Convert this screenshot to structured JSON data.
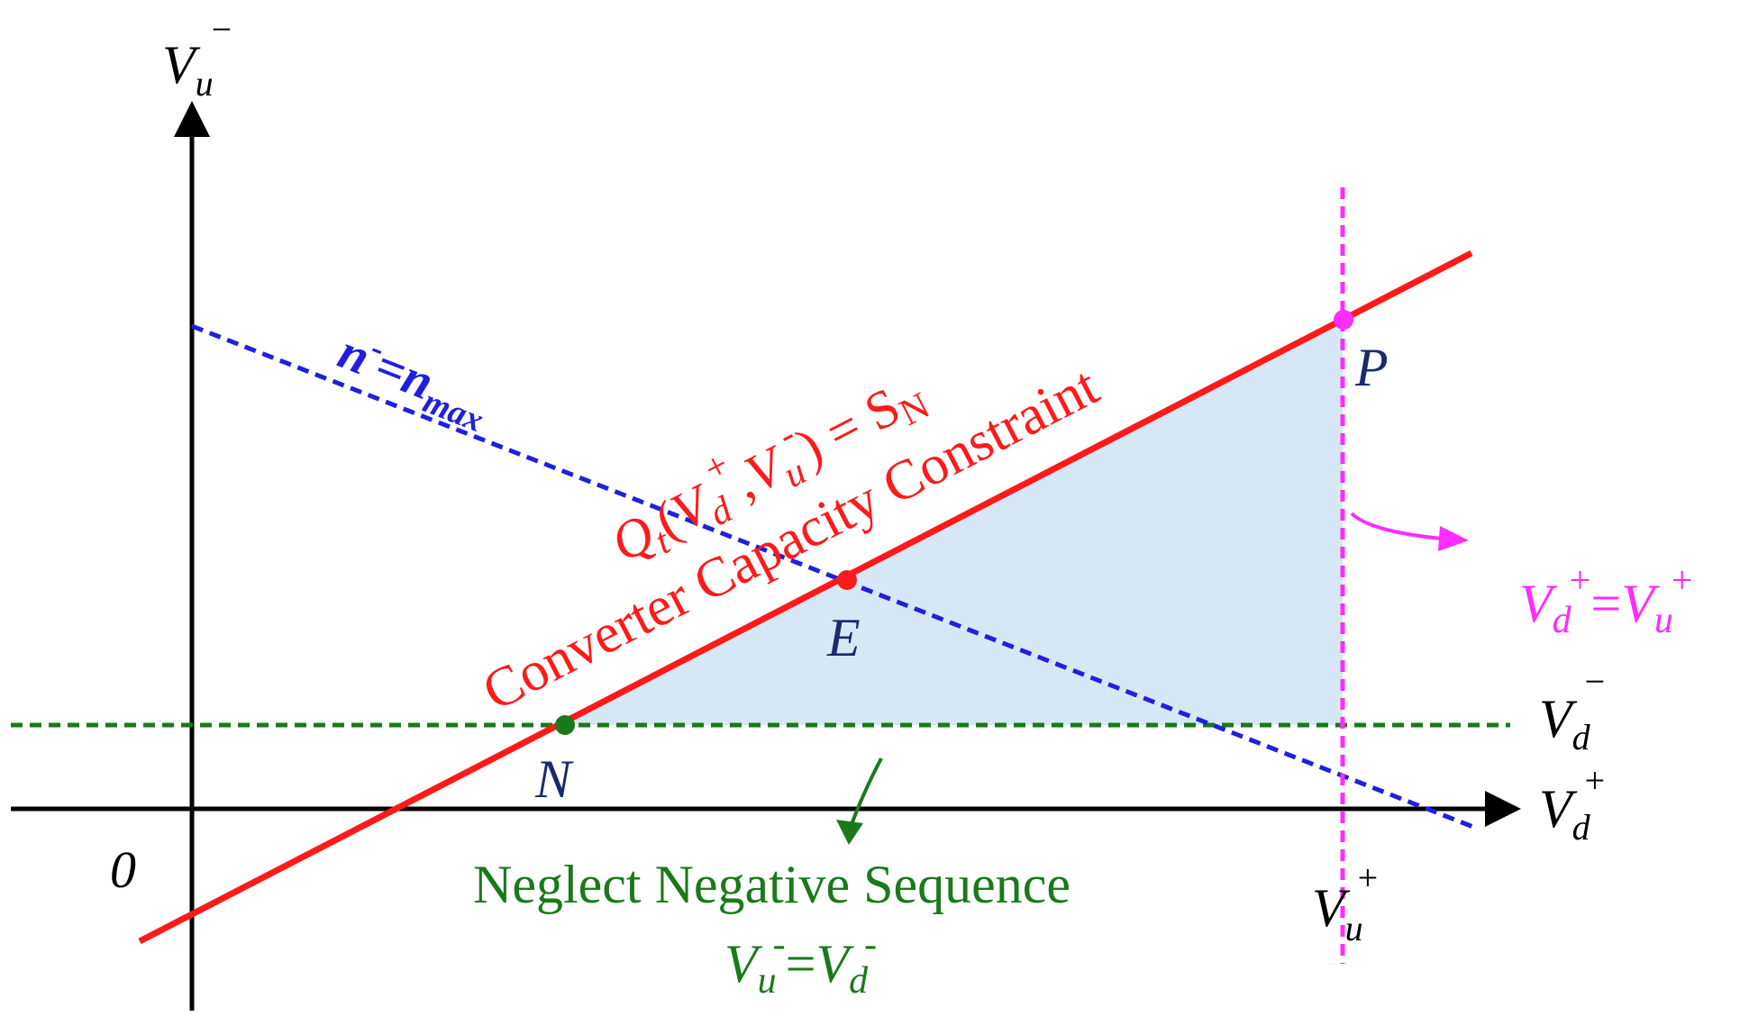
{
  "colors": {
    "axis": "#000000",
    "capacity_line": "#ff1a1a",
    "n_limit_line": "#1f1fe0",
    "neg_seq_line": "#1a7a1a",
    "pos_seq_line": "#ff2bff",
    "region_fill": "#d6e8f5",
    "point_label": "#1a2a6c"
  },
  "axes": {
    "y_axis_var": "V",
    "y_axis_sub": "u",
    "y_axis_sup": "−",
    "x_axis_var": "V",
    "x_axis_sub": "d",
    "x_axis_sup": "+",
    "origin": "0"
  },
  "labels": {
    "vd_minus_var": "V",
    "vd_minus_sub": "d",
    "vd_minus_sup": "−",
    "vu_plus_var": "V",
    "vu_plus_sub": "u",
    "vu_plus_sup": "+"
  },
  "lines": {
    "n_max": {
      "n": "n",
      "sup": "-",
      "eq": "=",
      "n2": "n",
      "sub": "max"
    },
    "capacity": {
      "q": "Q",
      "q_sub": "t",
      "open": "(",
      "v1": "V",
      "v1_sub": "d",
      "v1_sup": "+",
      "comma": ",",
      "v2": "V",
      "v2_sub": "u",
      "v2_sup": "-",
      "close": ") = S",
      "s_sub": "N",
      "caption": "Converter Capacity Constraint"
    },
    "negative": {
      "caption": "Neglect Negative Sequence",
      "v1": "V",
      "v1_sub": "u",
      "v1_sup": "-",
      "eq": "=",
      "v2": "V",
      "v2_sub": "d",
      "v2_sup": "-"
    },
    "positive": {
      "v1": "V",
      "v1_sub": "d",
      "v1_sup": "+",
      "eq": "=",
      "v2": "V",
      "v2_sub": "u",
      "v2_sup": "+"
    }
  },
  "points": {
    "P": "P",
    "E": "E",
    "N": "N"
  }
}
